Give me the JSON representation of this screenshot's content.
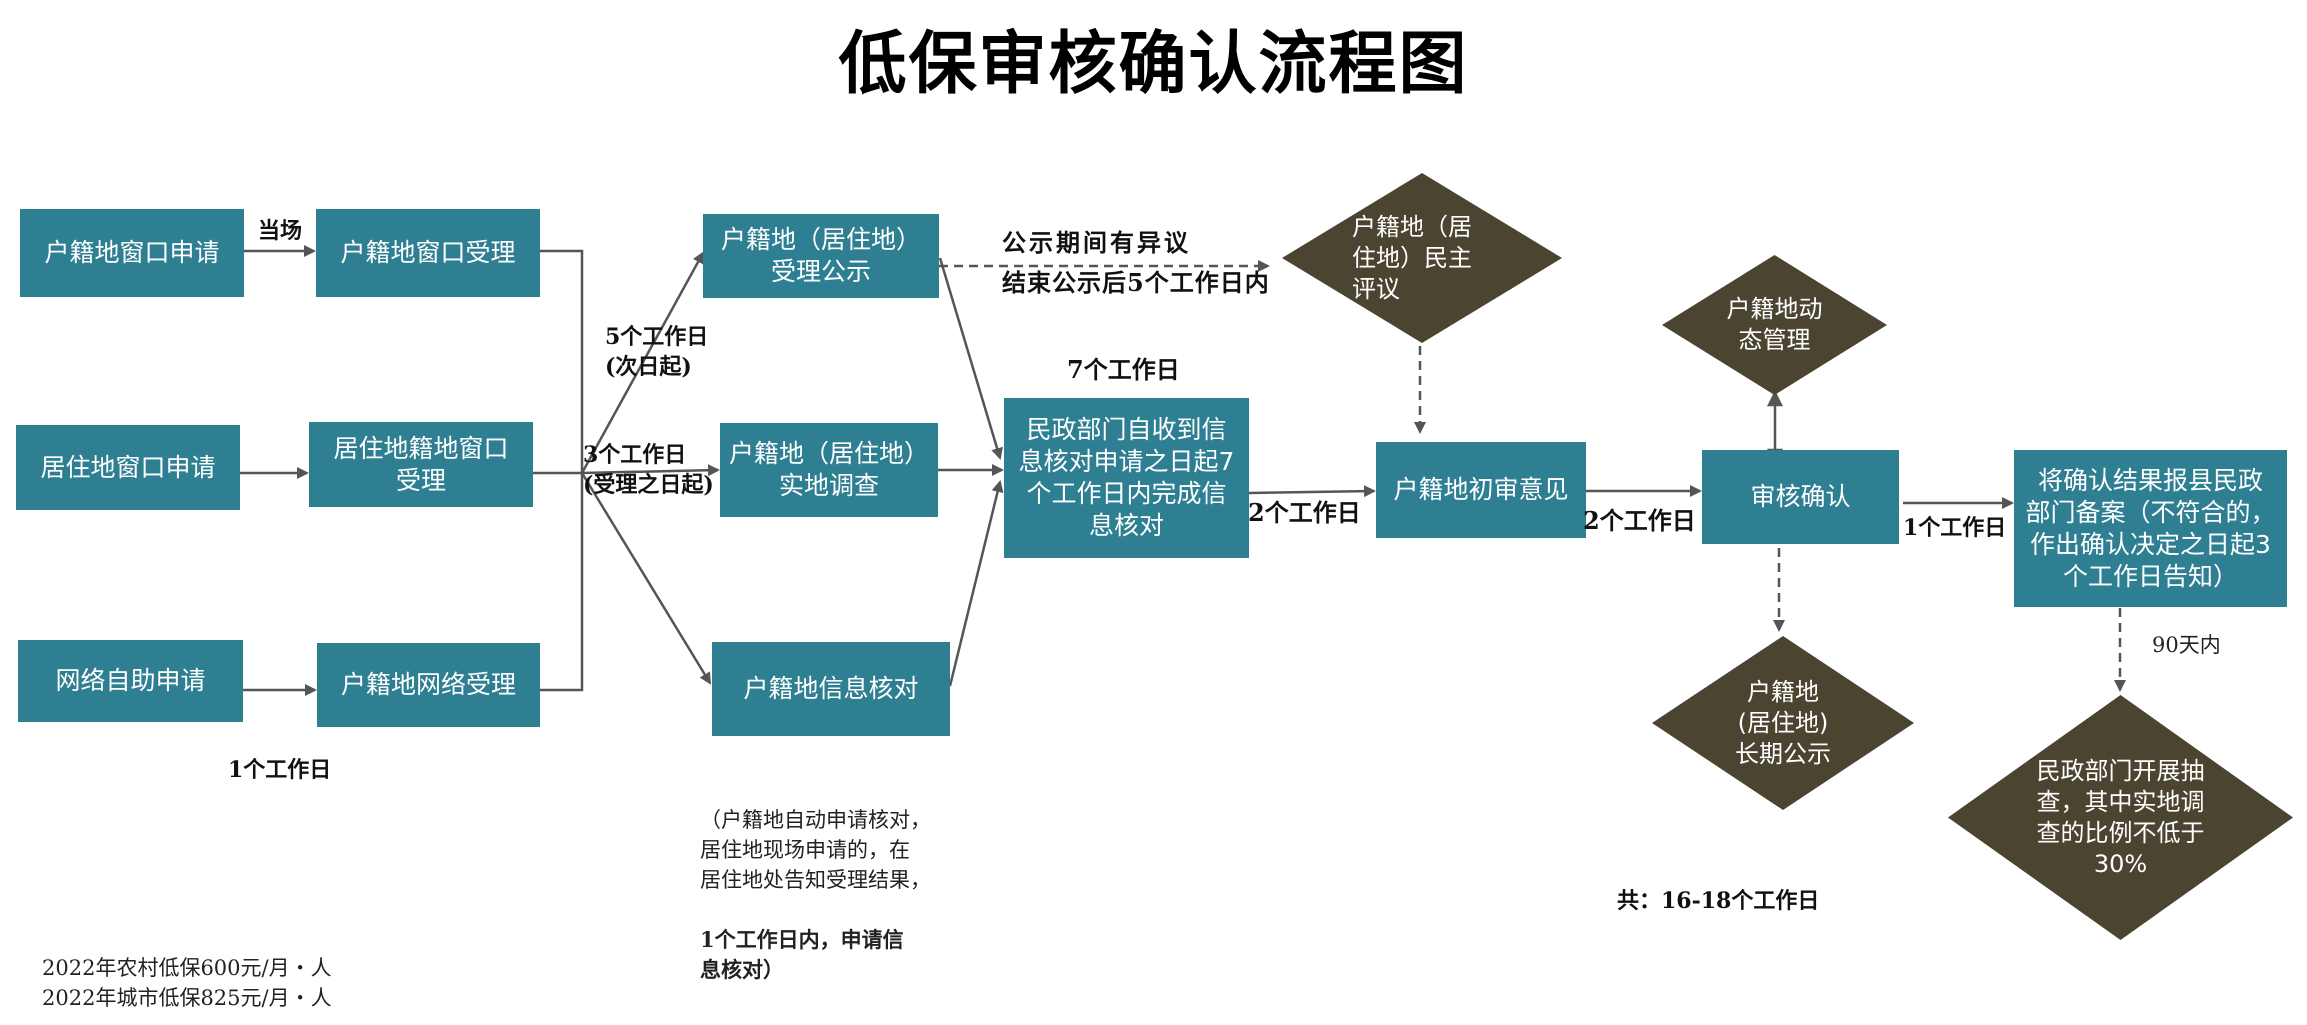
{
  "title": "低保审核确认流程图",
  "colors": {
    "box": "#2f7f93",
    "diamond": "#4a4430",
    "line": "#555555"
  },
  "nodes": {
    "apply_hukou_window": "户籍地窗口申请",
    "apply_residence_window": "居住地窗口申请",
    "apply_online": "网络自助申请",
    "accept_hukou_window": "户籍地窗口受理",
    "accept_residence_window": "居住地籍地窗口\n受理",
    "accept_online": "户籍地网络受理",
    "publicize": "户籍地（居住地）\n受理公示",
    "field_survey": "户籍地（居住地）\n实地调查",
    "info_verify": "户籍地信息核对",
    "civil_verify": "民政部门自收到信\n息核对申请之日起7\n个工作日内完成信\n息核对",
    "democratic_review": "户籍地（居\n住地）民主\n评议",
    "first_review": "户籍地初审意见",
    "dynamic_mgmt": "户籍地动\n态管理",
    "confirm": "审核确认",
    "long_term_publicize": "户籍地\n(居住地)\n长期公示",
    "report": "将确认结果报县民政\n部门备案（不符合的，\n作出确认决定之日起3\n个工作日告知）",
    "spot_check": "民政部门开展抽\n查，其中实地调\n查的比例不低于\n30%"
  },
  "labels": {
    "on_spot": "当场",
    "five_days": "5个工作日\n(次日起)",
    "three_days": "3个工作日\n(受理之日起)",
    "one_day_bottom": "1个工作日",
    "objection": "公示期间有异议",
    "objection_end": "结束公示后5个工作日内",
    "seven_days": "7个工作日",
    "two_days_a": "2个工作日",
    "two_days_b": "2个工作日",
    "one_day_right": "1个工作日",
    "ninety_days": "90天内",
    "total": "共：16-18个工作日"
  },
  "notes": {
    "verify_note_normal": "（户籍地自动申请核对，\n居住地现场申请的，在\n居住地处告知受理结果，",
    "verify_note_bold": "1个工作日内，申请信\n息核对）",
    "rural": "2022年农村低保600元/月・人",
    "urban": "2022年城市低保825元/月・人"
  }
}
